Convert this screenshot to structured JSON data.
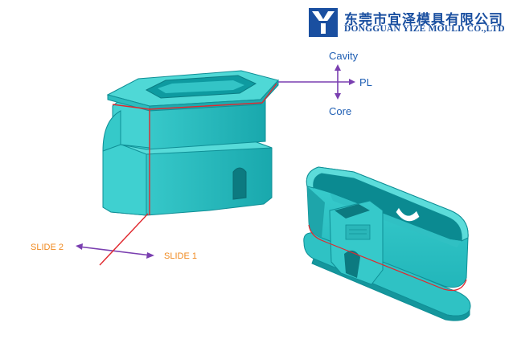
{
  "logo": {
    "company_cn": "东莞市宜泽模具有限公司",
    "company_en": "DONGGUAN YIZE MOULD CO.,LTD",
    "brand_color": "#1a4fa0"
  },
  "direction_labels": {
    "cavity": "Cavity",
    "pl": "PL",
    "core": "Core",
    "slide_1": "SLIDE 1",
    "slide_2": "SLIDE 2"
  },
  "colors": {
    "part_cyan": "#2ec4c4",
    "part_dark": "#0f8f96",
    "parting_line": "#e0282e",
    "arrow_purple": "#7a3fb0",
    "arrow_blue": "#1f5fb4",
    "label_orange": "#f0891e"
  },
  "icons": {
    "logo": "yize-logo-icon"
  }
}
